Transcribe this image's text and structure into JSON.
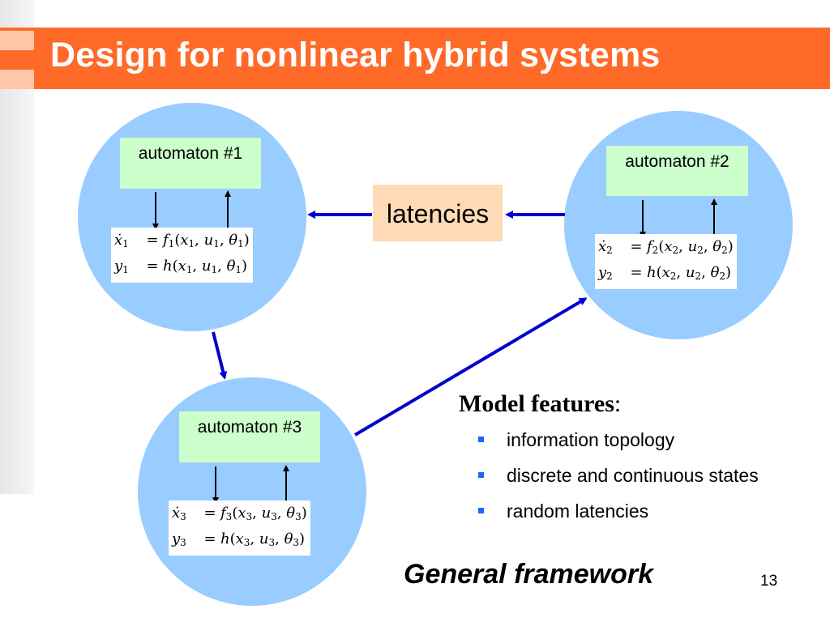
{
  "slide": {
    "title": "Design for nonlinear hybrid systems",
    "footer_title": "General framework",
    "page_number": "13"
  },
  "colors": {
    "title_bar": "#ff6a29",
    "circle_fill": "#99ccff",
    "automaton_label_bg": "#ccffcc",
    "latency_bg": "#ffdab6",
    "arrow_blue": "#0000cc",
    "bullet": "#1c64ff"
  },
  "diagram": {
    "latency_label": "latencies",
    "automata": [
      {
        "label": "automaton #1",
        "equations": {
          "state_lhs": "ẋ",
          "state_rhs_fn": "f",
          "index": "1",
          "output_lhs": "y",
          "output_rhs_fn": "h",
          "x": "x",
          "u": "u",
          "theta": "θ",
          "eq_sign": "="
        }
      },
      {
        "label": "automaton #2",
        "equations": {
          "state_lhs": "ẋ",
          "state_rhs_fn": "f",
          "index": "2",
          "output_lhs": "y",
          "output_rhs_fn": "h",
          "x": "x",
          "u": "u",
          "theta": "θ",
          "eq_sign": "="
        }
      },
      {
        "label": "automaton #3",
        "equations": {
          "state_lhs": "ẋ",
          "state_rhs_fn": "f",
          "index": "3",
          "output_lhs": "y",
          "output_rhs_fn": "h",
          "x": "x",
          "u": "u",
          "theta": "θ",
          "eq_sign": "="
        }
      }
    ],
    "connections": [
      {
        "from": "latencies",
        "to": "automaton #1"
      },
      {
        "from": "automaton #2",
        "to": "latencies"
      },
      {
        "from": "automaton #1",
        "to": "automaton #3"
      },
      {
        "from": "automaton #3",
        "to": "automaton #2"
      }
    ]
  },
  "features": {
    "heading": "Model features",
    "heading_colon": ":",
    "items": [
      "information topology",
      "discrete and continuous states",
      "random latencies"
    ]
  }
}
